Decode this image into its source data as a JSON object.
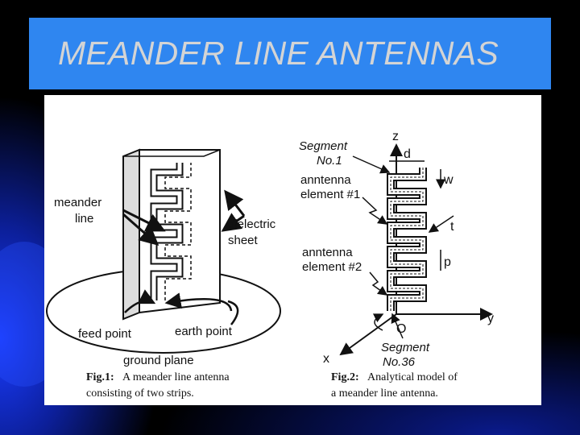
{
  "slide": {
    "title": "MEANDER LINE ANTENNAS"
  },
  "fig1": {
    "meander_line": [
      "meander",
      "line"
    ],
    "dielectric_sheet": [
      "dielectric",
      "sheet"
    ],
    "feed_point": "feed point",
    "earth_point": "earth point",
    "ground_plane": "ground plane",
    "caption_label": "Fig.1:",
    "caption_line1": "A meander line antenna",
    "caption_line2": "consisting of two strips."
  },
  "fig2": {
    "segment_no1": [
      "Segment",
      "No.1"
    ],
    "antenna_element_1": [
      "anntenna",
      "element #1"
    ],
    "antenna_element_2": [
      "anntenna",
      "element #2"
    ],
    "segment_no36": [
      "Segment",
      "No.36"
    ],
    "axis_z": "z",
    "axis_y": "y",
    "axis_x": "x",
    "origin": "O",
    "dim_d": "d",
    "dim_w": "w",
    "dim_t": "t",
    "dim_p": "p",
    "caption_label": "Fig.2:",
    "caption_line1": "Analytical model of",
    "caption_line2": "a meander line antenna."
  }
}
